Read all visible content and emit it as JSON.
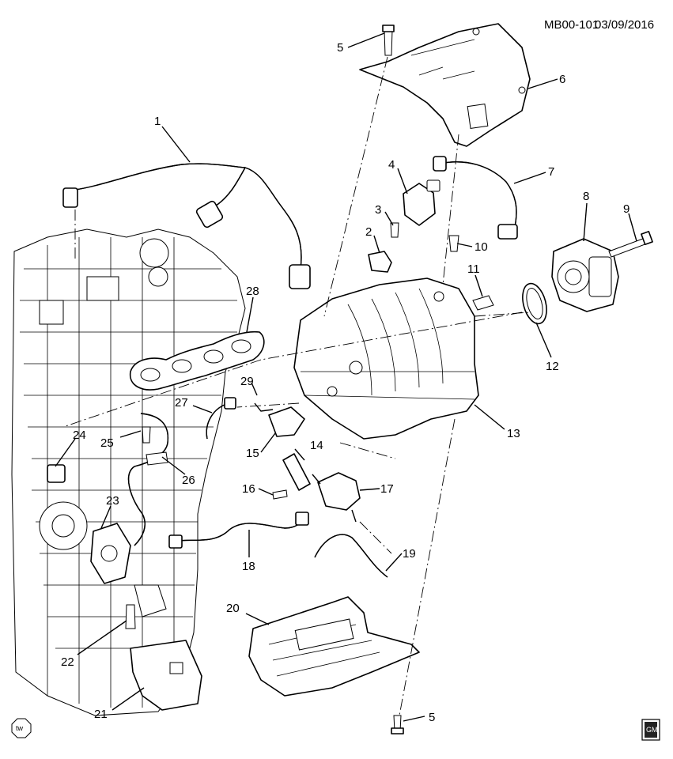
{
  "header": {
    "doc_id": "MB00-101",
    "date": "03/09/2016"
  },
  "callouts": {
    "c1": "1",
    "c2": "2",
    "c3": "3",
    "c4": "4",
    "c5a": "5",
    "c5b": "5",
    "c6": "6",
    "c7": "7",
    "c8": "8",
    "c9": "9",
    "c10": "10",
    "c11": "11",
    "c12": "12",
    "c13": "13",
    "c14": "14",
    "c15": "15",
    "c16": "16",
    "c17": "17",
    "c18": "18",
    "c19": "19",
    "c20": "20",
    "c21": "21",
    "c22": "22",
    "c23": "23",
    "c24": "24",
    "c25": "25",
    "c26": "26",
    "c27": "27",
    "c28": "28",
    "c29": "29"
  },
  "badges": {
    "tw": "tw",
    "gm": "GM"
  }
}
